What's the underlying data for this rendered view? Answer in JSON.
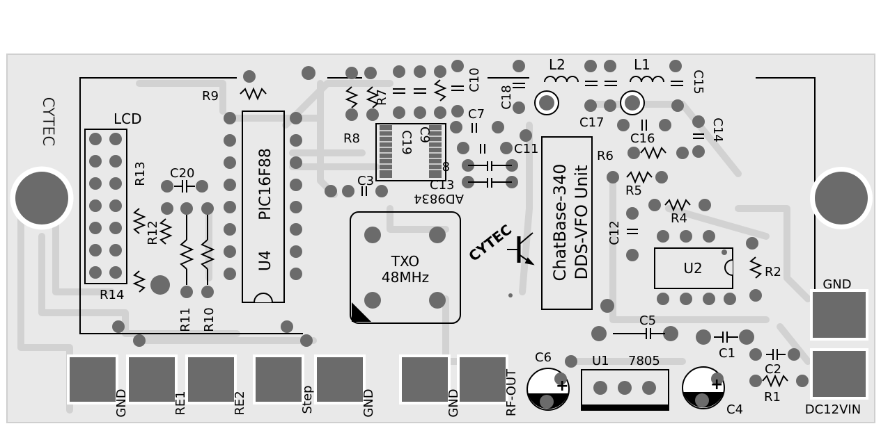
{
  "board": {
    "labels": {
      "cytec_side": "CYTEC",
      "cytec_logo": "CYTEC",
      "lcd": "LCD",
      "mcu_part": "PIC16F88",
      "mcu_ref": "U4",
      "dds_part": "AD9834",
      "osc_line1": "TXO",
      "osc_line2": "48MHz",
      "unit_line1": "ChatBase-340",
      "unit_line2": "DDS-VFO Unit",
      "regulator_ref": "U1",
      "regulator_part": "7805",
      "u2": "U2"
    },
    "components": {
      "R1": "R1",
      "R2": "R2",
      "R4": "R4",
      "R5": "R5",
      "R6": "R6",
      "R7": "R7",
      "R8": "R8",
      "R9": "R9",
      "R10": "R10",
      "R11": "R11",
      "R12": "R12",
      "R13": "R13",
      "R14": "R14",
      "C1": "C1",
      "C2": "C2",
      "C3": "C3",
      "C4": "C4",
      "C5": "C5",
      "C6": "C6",
      "C7": "C7",
      "C8": "C8",
      "C9": "C9",
      "C10": "C10",
      "C11": "C11",
      "C12": "C12",
      "C13": "C13",
      "C14": "C14",
      "C15": "C15",
      "C16": "C16",
      "C17": "C17",
      "C18": "C18",
      "C19": "C19",
      "C20": "C20",
      "L1": "L1",
      "L2": "L2"
    },
    "connectors": {
      "gnd1": "GND",
      "re1": "RE1",
      "re2": "RE2",
      "step": "Step",
      "gnd2": "GND",
      "gnd3": "GND",
      "rf_out": "RF-OUT",
      "gnd_power": "GND",
      "dc_in": "DC12VIN"
    },
    "colors": {
      "board": "#e9e9e9",
      "copper": "#d4d4d4",
      "pad": "#6b6b6b",
      "silk": "#000000",
      "text_white": "#ffffff"
    }
  }
}
